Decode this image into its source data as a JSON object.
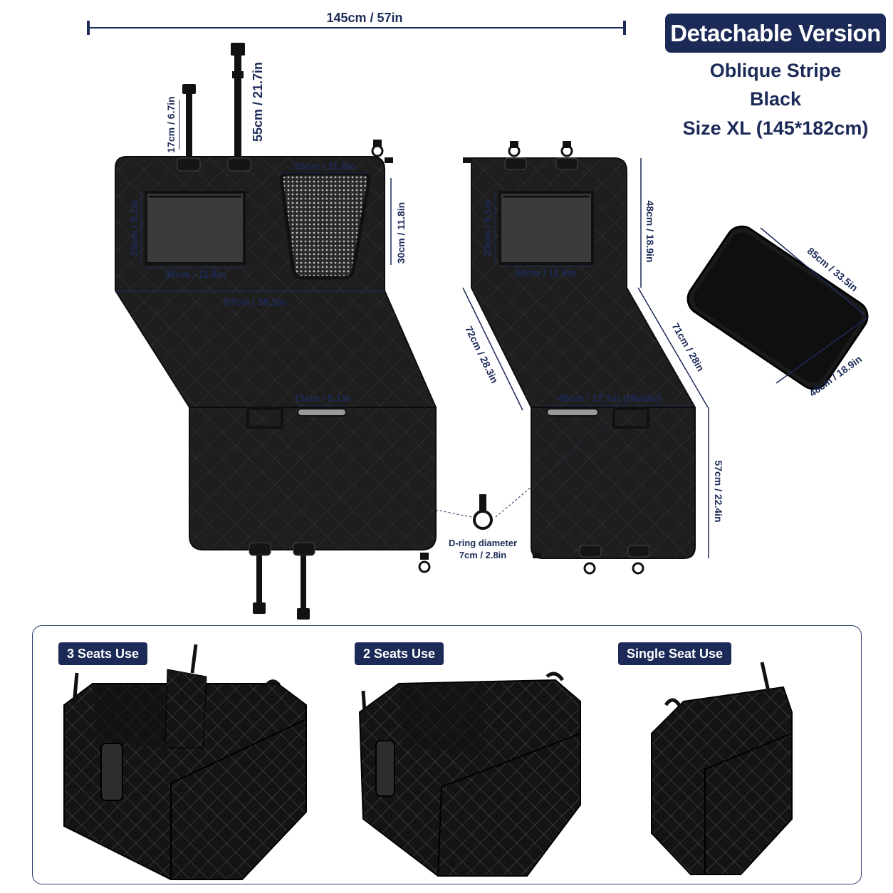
{
  "header": {
    "title": "Detachable Version",
    "pattern": "Oblique Stripe",
    "color": "Black",
    "size": "Size XL (145*182cm)"
  },
  "dimensions": {
    "total_width": "145cm / 57in",
    "short_strap": "17cm / 6.7in",
    "long_strap": "55cm / 21.7in",
    "mesh_width": "30cm / 11.8in",
    "window_height_left": "23cm / 9.1in",
    "window_width_left": "30cm / 11.8in",
    "top_height_left": "30cm / 11.8in",
    "panel_width_left": "97cm / 38.2in",
    "handle_width": "13cm / 5.1in",
    "top_height_right": "48cm / 18.9in",
    "window_height_right": "23cm / 9.1in",
    "window_width_right": "30cm / 11.8in",
    "slope_left_right": "72cm / 28.3in",
    "slope_right_right": "71cm / 28in",
    "middle_width": "45cm / 17.7in (Middle)",
    "bottom_height_right": "57cm / 22.4in",
    "d_ring_line1": "D-ring diameter",
    "d_ring_line2": "7cm / 2.8in",
    "board_long": "85cm / 33.5in",
    "board_short": "48cm / 18.9in"
  },
  "usage": {
    "three_seats": "3 Seats Use",
    "two_seats": "2 Seats Use",
    "single_seat": "Single Seat Use"
  },
  "colors": {
    "accent": "#1c2a57",
    "fabric": "#1e1e1e",
    "quilt_line": "#3a3a3a",
    "window": "#3b3b3b"
  }
}
